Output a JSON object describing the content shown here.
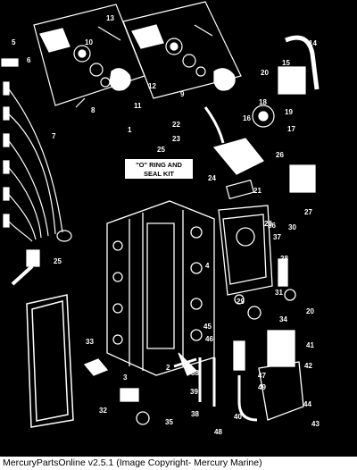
{
  "diagram": {
    "kit_box_label": [
      "\"O\" RING AND",
      "SEAL KIT"
    ],
    "part_numbers": [
      "1",
      "2",
      "3",
      "4",
      "5",
      "6",
      "7",
      "8",
      "9",
      "10",
      "11",
      "12",
      "13",
      "14",
      "15",
      "16",
      "17",
      "18",
      "19",
      "20",
      "20",
      "20",
      "21",
      "22",
      "23",
      "24",
      "25",
      "25",
      "26",
      "27",
      "28",
      "29",
      "30",
      "31",
      "32",
      "33",
      "34",
      "35",
      "36",
      "37",
      "38",
      "38",
      "39",
      "40",
      "41",
      "42",
      "43",
      "44",
      "45",
      "46",
      "47",
      "48",
      "49"
    ]
  },
  "footer": {
    "text": "MercuryPartsOnline v2.5.1 (Image Copyright- Mercury Marine)"
  }
}
